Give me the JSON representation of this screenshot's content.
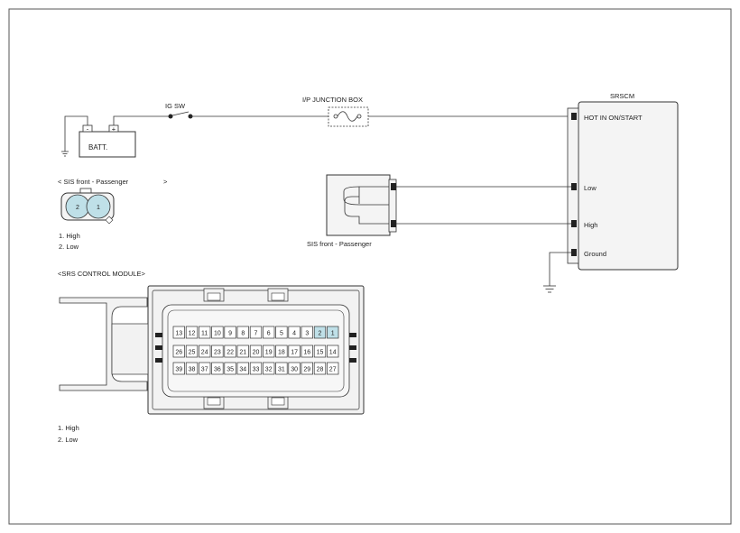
{
  "batt": {
    "label": "BATT.",
    "minus": "-",
    "plus": "+"
  },
  "ig_sw": {
    "label": "IG SW"
  },
  "junction_box": {
    "label": "I/P JUNCTION BOX"
  },
  "srscm": {
    "title": "SRSCM",
    "pins": [
      "HOT IN ON/START",
      "Low",
      "High",
      "Ground"
    ]
  },
  "sensor": {
    "label": "SIS front - Passenger"
  },
  "sis_connector": {
    "title": "< SIS front - Passenger",
    "title_end": ">",
    "pin_numbers": [
      "2",
      "1"
    ],
    "legend": [
      "1.   High",
      "2.   Low"
    ]
  },
  "srs_module": {
    "title": "<SRS CONTROL MODULE>",
    "row1": [
      "13",
      "12",
      "11",
      "10",
      "9",
      "8",
      "7",
      "6",
      "5",
      "4",
      "3",
      "2",
      "1"
    ],
    "row2": [
      "26",
      "25",
      "24",
      "23",
      "22",
      "21",
      "20",
      "19",
      "18",
      "17",
      "16",
      "15",
      "14"
    ],
    "row3": [
      "39",
      "38",
      "37",
      "36",
      "35",
      "34",
      "33",
      "32",
      "31",
      "30",
      "29",
      "28",
      "27"
    ],
    "highlighted": [
      "2",
      "1"
    ],
    "legend": [
      "1. High",
      "2. Low"
    ]
  },
  "colors": {
    "line": "#333333",
    "highlight": "#bfe0e8",
    "module_body": "#f2f2f2"
  }
}
